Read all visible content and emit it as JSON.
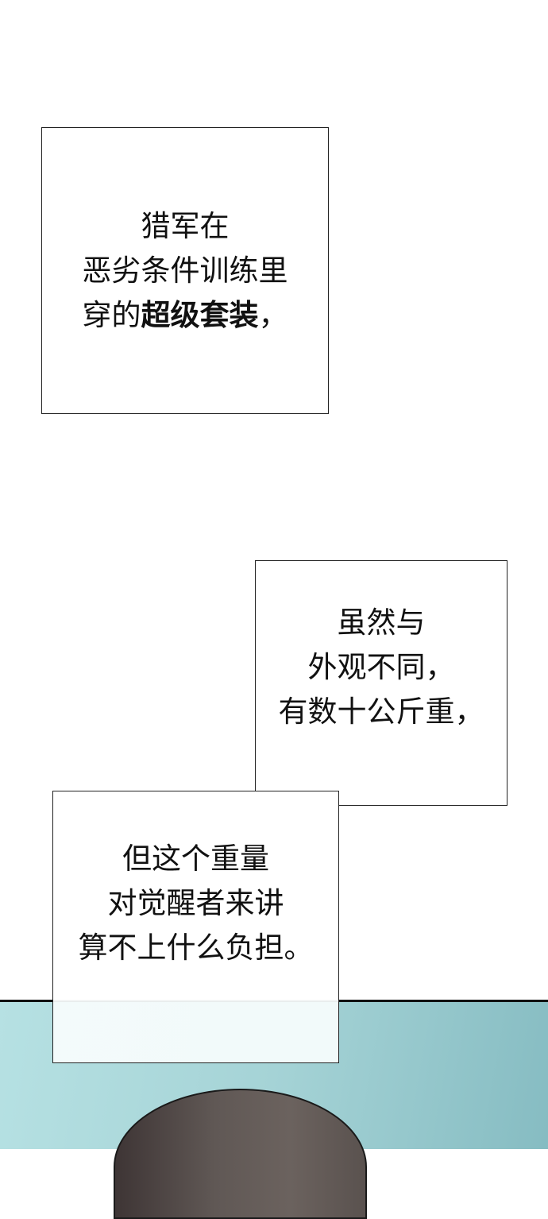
{
  "captions": [
    {
      "lines": [
        {
          "parts": [
            {
              "text": "猎军在"
            }
          ]
        },
        {
          "parts": [
            {
              "text": "恶劣条件训练里"
            }
          ]
        },
        {
          "parts": [
            {
              "text": "穿的"
            },
            {
              "text": "超级套装",
              "bold": true
            },
            {
              "text": "，"
            }
          ]
        }
      ]
    },
    {
      "lines": [
        {
          "parts": [
            {
              "text": "虽然与"
            }
          ]
        },
        {
          "parts": [
            {
              "text": "外观不同，"
            }
          ]
        },
        {
          "parts": [
            {
              "text": "有数十公斤重，"
            }
          ]
        }
      ]
    },
    {
      "lines": [
        {
          "parts": [
            {
              "text": "但这个重量"
            }
          ]
        },
        {
          "parts": [
            {
              "text": "对觉醒者来讲"
            }
          ]
        },
        {
          "parts": [
            {
              "text": "算不上什么负担。"
            }
          ]
        }
      ]
    }
  ],
  "colors": {
    "scene_bg": "#a5d3d6",
    "hair": "#5a524f"
  }
}
